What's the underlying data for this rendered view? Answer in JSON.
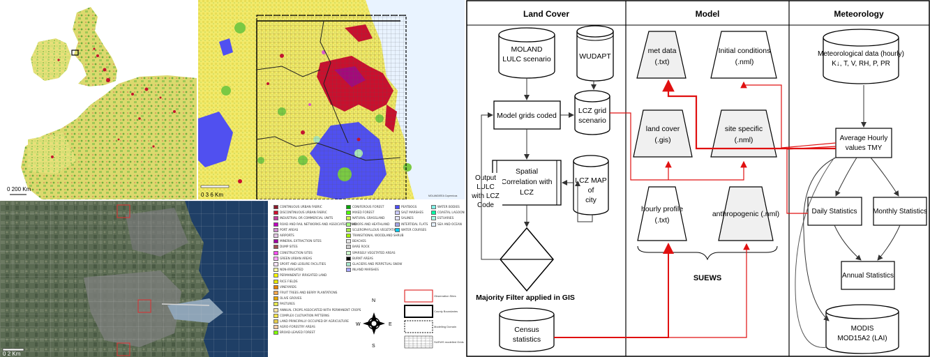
{
  "maps": {
    "europe_scale": "0     200 Km",
    "dublin_scale": "0   3   6 Km",
    "satellite_scale": "0        2 Km",
    "credit": "MOLAND/EEA Copernicus"
  },
  "legend": {
    "col1": [
      {
        "label": "CONTINUOUS URBAN FABRIC",
        "color": "#8b1a2b"
      },
      {
        "label": "DISCONTINUOUS URBAN FABRIC",
        "color": "#d01030"
      },
      {
        "label": "INDUSTRIAL OR COMMERCIAL UNITS",
        "color": "#c040a0"
      },
      {
        "label": "ROAD AND RAIL NETWORKS AND ASSOCIATED LAND",
        "color": "#c000c0"
      },
      {
        "label": "PORT AREAS",
        "color": "#d090d0"
      },
      {
        "label": "AIRPORTS",
        "color": "#e6c8e6"
      },
      {
        "label": "MINERAL EXTRACTION SITES",
        "color": "#a000a0"
      },
      {
        "label": "DUMP SITES",
        "color": "#a05050"
      },
      {
        "label": "CONSTRUCTION SITES",
        "color": "#ff4df0"
      },
      {
        "label": "GREEN URBAN AREAS",
        "color": "#ffa6ff"
      },
      {
        "label": "SPORT AND LEISURE FACILITIES",
        "color": "#ffe6ff"
      },
      {
        "label": "NON-IRRIGATED",
        "color": "#ffffa8"
      },
      {
        "label": "PERMANENTLY IRRIGATED LAND",
        "color": "#ffff00"
      },
      {
        "label": "RICE FIELDS",
        "color": "#e6e600"
      },
      {
        "label": "VINEYARDS",
        "color": "#e68000"
      },
      {
        "label": "FRUIT TREES AND BERRY PLANTATIONS",
        "color": "#f2a64d"
      },
      {
        "label": "OLIVE GROVES",
        "color": "#e6a600"
      },
      {
        "label": "PASTURES",
        "color": "#e6e64d"
      },
      {
        "label": "ANNUAL CROPS ASSOCIATED WITH PERMANENT CROPS",
        "color": "#ffe6a6"
      },
      {
        "label": "COMPLEX CULTIVATION PATTERNS",
        "color": "#ffe64d"
      },
      {
        "label": "LAND PRINCIPALLY OCCUPIED BY AGRICULTURE",
        "color": "#e6cc4d"
      },
      {
        "label": "AGRO-FORESTRY AREAS",
        "color": "#f2cca6"
      },
      {
        "label": "BROAD-LEAVED FOREST",
        "color": "#80ff00"
      }
    ],
    "col2": [
      {
        "label": "CONIFEROUS FOREST",
        "color": "#00a600"
      },
      {
        "label": "MIXED FOREST",
        "color": "#4dff00"
      },
      {
        "label": "NATURAL GRASSLAND",
        "color": "#ccf24d"
      },
      {
        "label": "MOORS AND HEATHLAND",
        "color": "#a6ff80"
      },
      {
        "label": "SCLEROPHYLLOUS VEGETATION",
        "color": "#a6e64d"
      },
      {
        "label": "TRANSITIONAL WOODLAND SHRUB",
        "color": "#a6f200"
      },
      {
        "label": "BEACHES",
        "color": "#e6e6e6"
      },
      {
        "label": "BARE ROCK",
        "color": "#cccccc"
      },
      {
        "label": "SPARSELY VEGETATED AREAS",
        "color": "#ccffcc"
      },
      {
        "label": "BURNT AREAS",
        "color": "#000000"
      },
      {
        "label": "GLACIERS AND PERPETUAL SNOW",
        "color": "#a6e6cc"
      },
      {
        "label": "INLAND MARSHES",
        "color": "#a6a6ff"
      }
    ],
    "col3": [
      {
        "label": "PEATBOGS",
        "color": "#4d4dff"
      },
      {
        "label": "SALT MARSHES",
        "color": "#ccccff"
      },
      {
        "label": "SALINES",
        "color": "#e6e6ff"
      },
      {
        "label": "INTERTIDAL FLATS",
        "color": "#a6a6e6"
      },
      {
        "label": "WATER COURSES",
        "color": "#00ccf2"
      }
    ],
    "col4": [
      {
        "label": "WATER BODIES",
        "color": "#80f2e6"
      },
      {
        "label": "COASTAL LAGOONS",
        "color": "#00ffa6"
      },
      {
        "label": "ESTUARIES",
        "color": "#a6ffe6"
      },
      {
        "label": "SEA AND OCEAN",
        "color": "#e6f2ff"
      }
    ],
    "key": [
      {
        "label": "Observation Sites",
        "kind": "red-box"
      },
      {
        "label": "County Boundaries",
        "kind": "black-box"
      },
      {
        "label": "Modelling Domain",
        "kind": "dash-box"
      },
      {
        "label": "SUEWS modelled Grids",
        "kind": "grid-box"
      }
    ],
    "compass": {
      "n": "N",
      "s": "S",
      "e": "E",
      "w": "W"
    }
  },
  "diagram": {
    "headers": {
      "land_cover": "Land Cover",
      "model": "Model",
      "meteorology": "Meteorology"
    },
    "moland": [
      "MOLAND",
      "LULC scenario"
    ],
    "wudapt": "WUDAPT",
    "model_grids": "Model grids coded",
    "lcz_grid": [
      "LCZ grid",
      "scenario"
    ],
    "spatial": [
      "Spatial",
      "Correlation with",
      "LCZ"
    ],
    "lcz_map": [
      "LCZ MAP",
      "of",
      "city"
    ],
    "output": [
      "Output",
      "LULC",
      "with LCZ",
      "Code"
    ],
    "majority": "Majority Filter applied in GIS",
    "census": [
      "Census",
      "statistics"
    ],
    "met_data": [
      "met data",
      "(.txt)"
    ],
    "initial": [
      "Initial conditions",
      "(.nml)"
    ],
    "land_cover": [
      "land cover",
      "(.gis)"
    ],
    "site_specific": [
      "site specific",
      "(.nml)"
    ],
    "hourly_profile": [
      "hourly profile",
      "(.txt)"
    ],
    "anthropogenic": "anthropogenic (.nml)",
    "suews": "SUEWS",
    "met_hourly": [
      "Meteorological data (hourly)",
      "K↓, T, V, RH, P, PR"
    ],
    "avg_hourly": [
      "Average Hourly",
      "values TMY"
    ],
    "daily": "Daily Statistics",
    "monthly": "Monthly Statistics",
    "annual": "Annual Statistics",
    "modis": [
      "MODIS",
      "MOD15A2 (LAI)"
    ]
  }
}
